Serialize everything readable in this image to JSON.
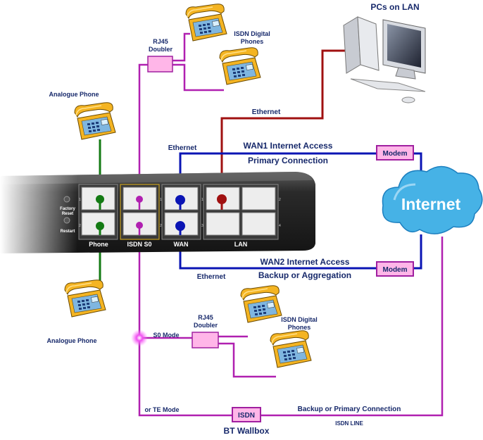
{
  "labels": {
    "pcs_on_lan": "PCs on LAN",
    "isdn_digital_phones": [
      "ISDN Digital",
      "Phones"
    ],
    "rj45_doubler": [
      "RJ45",
      "Doubler"
    ],
    "analogue_phone": "Analogue Phone",
    "ethernet": "Ethernet",
    "wan1_internet_access": "WAN1 Internet Access",
    "primary_connection": "Primary Connection",
    "modem": "Modem",
    "internet": "Internet",
    "wan2_internet_access": "WAN2 Internet Access",
    "backup_or_aggregation": "Backup or Aggregation",
    "s0_mode": "S0 Mode",
    "or_te_mode": "or TE Mode",
    "isdn": "ISDN",
    "bt_wallbox": "BT Wallbox",
    "backup_or_primary_connection": "Backup or Primary Connection",
    "isdn_line": "ISDN LINE"
  },
  "router": {
    "factory_reset": [
      "Factory",
      "Reset"
    ],
    "restart": "Restart",
    "ports": [
      "Phone",
      "ISDN S0",
      "WAN",
      "LAN"
    ],
    "port_numbers": [
      "1",
      "2",
      "1",
      "2",
      "1",
      "2",
      "3",
      "4"
    ]
  },
  "colors": {
    "analogue_line": "#137a13",
    "isdn_line": "#b020b0",
    "wan_line": "#0a14b4",
    "lan_line": "#a01010",
    "modem_fill": "#ffb6e8",
    "phone_body": "#f4b422",
    "cloud": "#46b2e6"
  },
  "icons": [
    "desktop-pc-icon",
    "isdn-phone-icon",
    "analogue-phone-icon",
    "cloud-icon",
    "router-icon"
  ]
}
